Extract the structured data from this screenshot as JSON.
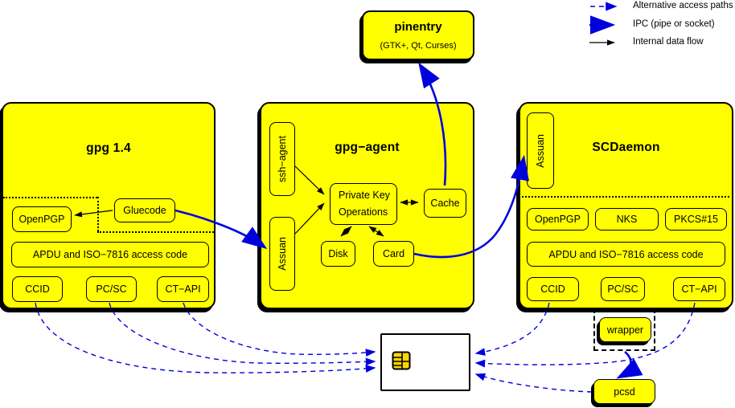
{
  "colors": {
    "box_yellow": "#FFFF00",
    "line_blue": "#0000DD",
    "line_black": "#000000",
    "card_white": "#FFFFFF",
    "chip_gold": "#FFD700"
  },
  "legend": {
    "alt": "Alternative access paths",
    "ipc": "IPC (pipe or socket)",
    "internal": "Internal data flow"
  },
  "pinentry": {
    "title": "pinentry",
    "subtitle": "(GTK+, Qt, Curses)"
  },
  "gpg14": {
    "title": "gpg 1.4",
    "openpgp": "OpenPGP",
    "gluecode": "Gluecode",
    "apdu": "APDU and ISO−7816 access code",
    "ccid": "CCID",
    "pcsc": "PC/SC",
    "ctapi": "CT−API"
  },
  "agent": {
    "title": "gpg−agent",
    "ssh_agent": "ssh−agent",
    "assuan": "Assuan",
    "pko1": "Private Key",
    "pko2": "Operations",
    "cache": "Cache",
    "disk": "Disk",
    "card": "Card"
  },
  "scd": {
    "title": "SCDaemon",
    "assuan": "Assuan",
    "openpgp": "OpenPGP",
    "nks": "NKS",
    "pkcs15": "PKCS#15",
    "apdu": "APDU and ISO−7816 access code",
    "ccid": "CCID",
    "pcsc": "PC/SC",
    "ctapi": "CT−API",
    "wrapper": "wrapper"
  },
  "pcsd": {
    "label": "pcsd"
  },
  "smartcard": {
    "icon": "chip-icon"
  }
}
